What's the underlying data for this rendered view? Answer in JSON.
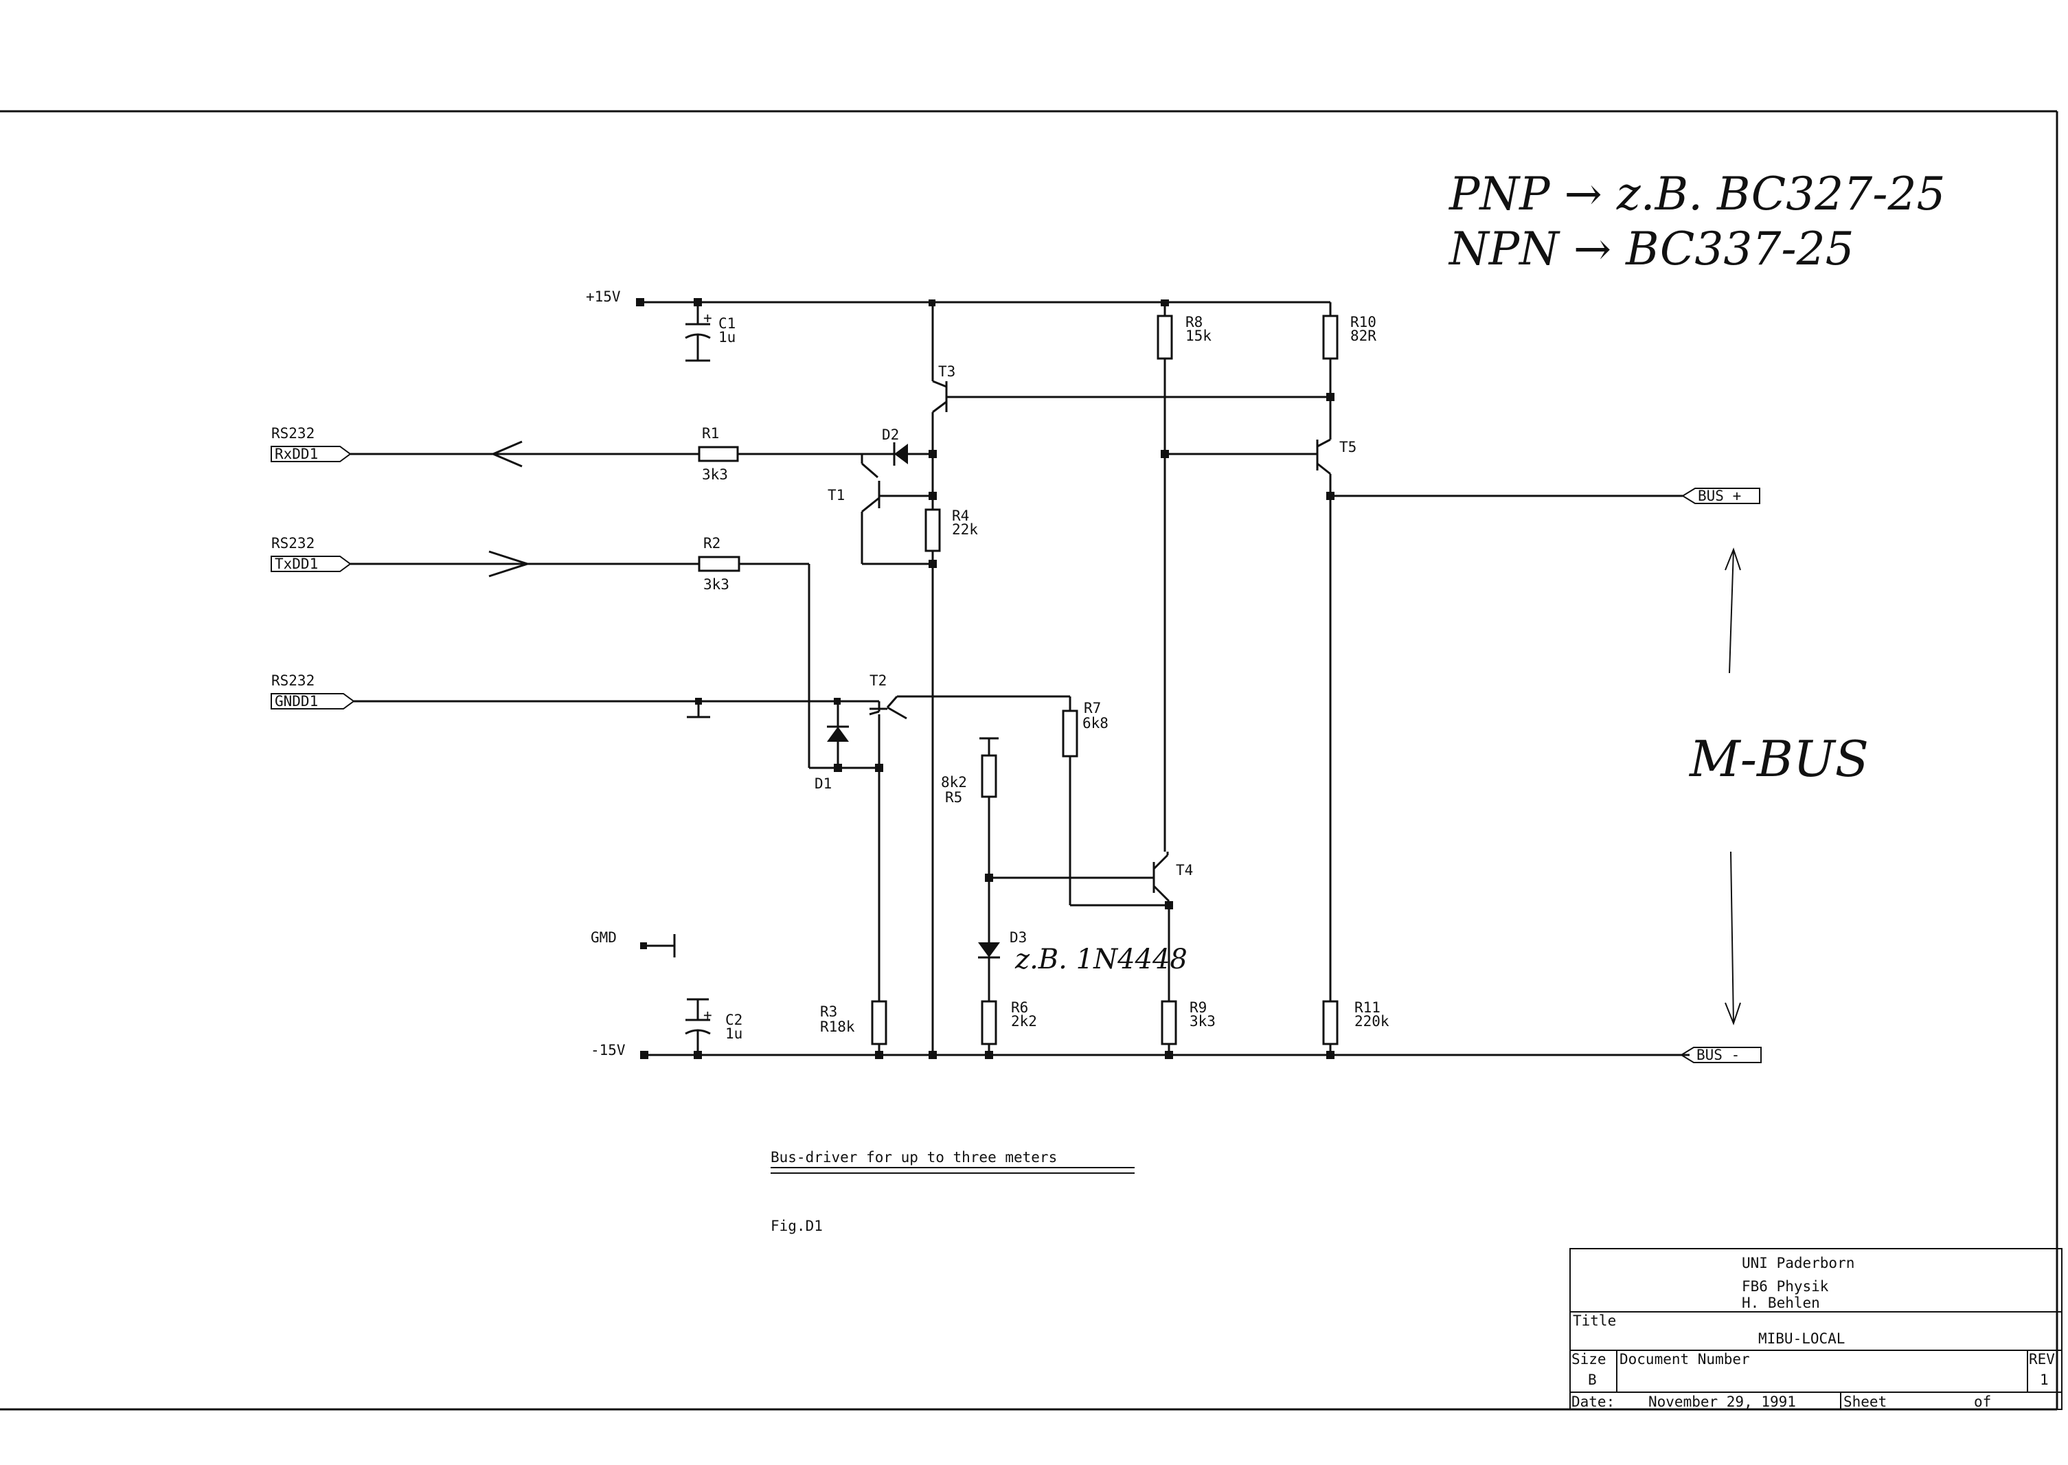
{
  "handwritten": {
    "pnp": "PNP → z.B. BC327-25",
    "npn": "NPN → BC337-25",
    "mbus": "M-BUS",
    "d3_note": "z.B. 1N4448"
  },
  "rails": {
    "pos": "+15V",
    "neg": "-15V",
    "gmd": "GMD"
  },
  "ports": {
    "rxd_group": "RS232",
    "rxd": "RxDD1",
    "txd_group": "RS232",
    "txd": "TxDD1",
    "gnd_group": "RS232",
    "gnd": "GNDD1",
    "bus_plus": "BUS +",
    "bus_minus": "BUS -"
  },
  "components": {
    "c1": {
      "ref": "C1",
      "value": "1u"
    },
    "c2": {
      "ref": "C2",
      "value": "1u"
    },
    "r1": {
      "ref": "R1",
      "value": "3k3"
    },
    "r2": {
      "ref": "R2",
      "value": "3k3"
    },
    "r3": {
      "ref": "R3",
      "value": "R18k"
    },
    "r4": {
      "ref": "R4",
      "value": "22k"
    },
    "r5": {
      "ref": "R5",
      "value": "8k2"
    },
    "r6": {
      "ref": "R6",
      "value": "2k2"
    },
    "r7": {
      "ref": "R7",
      "value": "6k8"
    },
    "r8": {
      "ref": "R8",
      "value": "15k"
    },
    "r9": {
      "ref": "R9",
      "value": "3k3"
    },
    "r10": {
      "ref": "R10",
      "value": "82R"
    },
    "r11": {
      "ref": "R11",
      "value": "220k"
    },
    "t1": "T1",
    "t2": "T2",
    "t3": "T3",
    "t4": "T4",
    "t5": "T5",
    "d1": "D1",
    "d2": "D2",
    "d3": "D3"
  },
  "caption": {
    "title": "Bus-driver for up to three meters",
    "fig": "Fig.D1"
  },
  "title_block": {
    "org1": "UNI Paderborn",
    "org2": "FB6 Physik",
    "author": "H. Behlen",
    "title_label": "Title",
    "title": "MIBU-LOCAL",
    "size_label": "Size",
    "size": "B",
    "docnum_label": "Document Number",
    "rev_label": "REV",
    "rev": "1",
    "date_label": "Date:",
    "date": "November 29, 1991",
    "sheet_label": "Sheet",
    "of_label": "of"
  }
}
